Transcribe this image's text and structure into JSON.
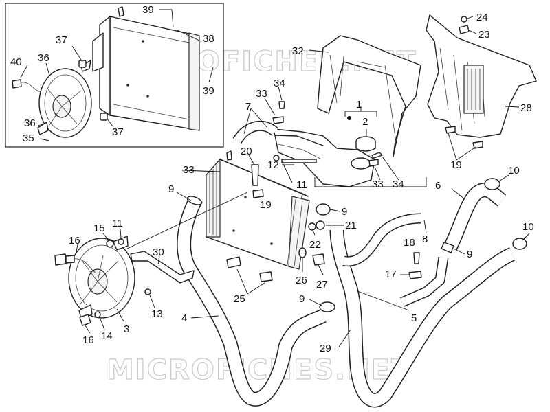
{
  "diagram": {
    "watermark_text": "MICROFICHES.NET",
    "callouts": {
      "c1": "1",
      "c2": "2",
      "c3": "3",
      "c4": "4",
      "c5": "5",
      "c6": "6",
      "c7": "7",
      "c8": "8",
      "c9a": "9",
      "c9b": "9",
      "c9c": "9",
      "c9d": "9",
      "c10a": "10",
      "c10b": "10",
      "c11a": "11",
      "c11b": "11",
      "c12": "12",
      "c13": "13",
      "c14": "14",
      "c15": "15",
      "c16a": "16",
      "c16b": "16",
      "c17": "17",
      "c18": "18",
      "c19a": "19",
      "c19b": "19",
      "c20": "20",
      "c21": "21",
      "c22": "22",
      "c23": "23",
      "c24": "24",
      "c25": "25",
      "c26": "26",
      "c27": "27",
      "c28": "28",
      "c29": "29",
      "c30": "30",
      "c32": "32",
      "c33a": "33",
      "c33b": "33",
      "c33c": "33",
      "c34a": "34",
      "c34b": "34",
      "c35": "35",
      "c36a": "36",
      "c36b": "36",
      "c37a": "37",
      "c37b": "37",
      "c38": "38",
      "c39a": "39",
      "c39b": "39",
      "c40": "40"
    }
  }
}
